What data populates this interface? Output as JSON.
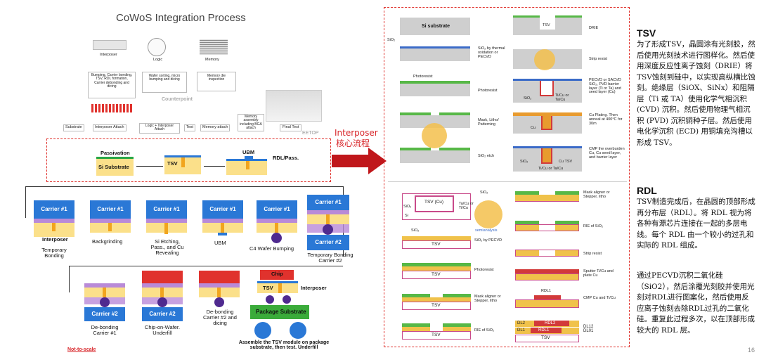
{
  "top": {
    "title": "CoWoS Integration Process",
    "col_headers": [
      "Interposer",
      "Logic",
      "Memory"
    ],
    "interposer_steps": "Bumping, Carrier bonding, TSV, RDL formation, Carrier debonding and dicing",
    "logic_steps": "Wafer sorting, micro bumping and dicing",
    "memory_steps": "Memory die inspection",
    "flow": [
      "Substrate",
      "Interposer Attach",
      "Logic + Interposer Attach",
      "Test",
      "Memory attach",
      "Memory assembly including BGA attach",
      "Final Test"
    ],
    "watermark": "Counterpoint",
    "eetop": "EETOP"
  },
  "middle_label": [
    "Interposer",
    "核心流程"
  ],
  "stage1": {
    "passivation": "Passivation",
    "si_substrate": "Si Substrate",
    "tsv": "TSV",
    "ubm": "UBM",
    "rdl_pass": "RDL/Pass."
  },
  "row1": [
    {
      "carrier": "Carrier #1",
      "caption": "Temporary Bonding",
      "extra": "Interposer"
    },
    {
      "carrier": "Carrier #1",
      "caption": "Backgrinding"
    },
    {
      "carrier": "Carrier #1",
      "caption": "Si Etching, Pass., and Cu Revealing"
    },
    {
      "carrier": "Carrier #1",
      "caption": "UBM"
    },
    {
      "carrier": "Carrier #1",
      "caption": "C4 Wafer Bumping"
    },
    {
      "carrier": "Carrier #1",
      "carrier2": "Carrier #2",
      "caption": "Temporary Bonding Carrier #2"
    }
  ],
  "row2": [
    {
      "carrier": "Carrier #2",
      "caption": "De-bonding Carrier #1"
    },
    {
      "carrier": "Carrier #2",
      "caption": "Chip-on-Wafer. Underfill"
    },
    {
      "carrier": "Carrier #2",
      "caption": "De-bonding Carrier #2 and dicing"
    },
    {
      "chip": "Chip",
      "tsv": "TSV",
      "interposer": "Interposer",
      "package": "Package Substrate",
      "caption": "Assemble the TSV module on package substrate, then test. Underfill"
    }
  ],
  "not_to_scale": "Not-to-scale",
  "tsv_col_a": [
    {
      "label": "",
      "inner": "Si substrate"
    },
    {
      "label": "SiO₂ by thermal oxidation or PECVD",
      "side": "SiO₂"
    },
    {
      "label": "Photoresist",
      "side": "Photoresist"
    },
    {
      "label": "Mask, Litho/ Patterning"
    },
    {
      "label": "SiO₂ etch"
    }
  ],
  "tsv_col_b": [
    {
      "label": "DRIE",
      "inner": "TSV"
    },
    {
      "label": "Strip resist"
    },
    {
      "label": "PECVD or SACVD SiO₂, PVD barrier layer (Ti or Ta) and seed layer (Cu)",
      "side": "SiO₂",
      "side2": "Ti/Cu or Ta/Cu"
    },
    {
      "label": "Cu Plating. Then anneal at 400°C for 30m",
      "side": "Cu"
    },
    {
      "label": "CMP the overburden Cu, Cu seed layer, and barrier layer",
      "side": "SiO₂",
      "side2": "Ti/Cu or Ta/Cu",
      "side3": "Cu TSV"
    }
  ],
  "rdl_col_a": [
    {
      "label": "",
      "tsv": "TSV (Cu)",
      "sio2": "SiO₂",
      "tiu": "Ta/Cu or Ti/Cu",
      "si": "Si"
    },
    {
      "label": "SiO₂ by PECVD",
      "side": "SiO₂",
      "inner": "TSV"
    },
    {
      "label": "Photoresist",
      "inner": "TSV"
    },
    {
      "label": "Mask aligner or Stepper, litho",
      "inner": "TSV"
    },
    {
      "label": "RIE of SiO₂",
      "inner": "TSV"
    }
  ],
  "rdl_col_b": [
    {
      "label": "Mask aligner or Stepper, litho"
    },
    {
      "label": "RIE of SiO₂"
    },
    {
      "label": "Strip resist"
    },
    {
      "label": "Sputter Ti/Cu and plate Cu"
    },
    {
      "label": "CMP Cu and Ti/Cu",
      "inner": "RDL1"
    },
    {
      "label": "DL12 DL01",
      "dl2": "DL2",
      "dl1": "DL1",
      "rdl2": "RDL2",
      "rdl1": "RDL1",
      "inner": "TSV"
    }
  ],
  "logo": "semianalysis",
  "tsv_heading": "TSV",
  "tsv_text": "为了形成TSV，晶圆涂有光刻胶，然后使用光刻技术进行图样化。然后使用深度反应性离子蚀刻（DRIE）将TSV蚀刻到硅中，以实现高纵横比蚀刻。绝缘层（SiOX、SiNx）和阻隔层（Ti 或 TA）使用化学气相沉积 (CVD) 沉积。然后使用物理气相沉积 (PVD) 沉积铜种子层。然后使用电化学沉积 (ECD) 用铜填充沟槽以形成 TSV。",
  "rdl_heading": "RDL",
  "rdl_text1": "TSV制造完成后，在晶圆的顶部形成再分布层（RDL）。将 RDL 视为将各种有源芯片连接在一起的多层电线。每个 RDL 由一个较小的过孔和实际的 RDL 组成。",
  "rdl_text2": "通过PECVD沉积二氧化硅（SiO2），然后涂覆光刻胶并使用光刻对RDL进行图案化，然后使用反应离子蚀刻去除RDL过孔的二氧化硅。重复此过程多次，以在顶部形成较大的 RDL 层。",
  "page_num": "16"
}
